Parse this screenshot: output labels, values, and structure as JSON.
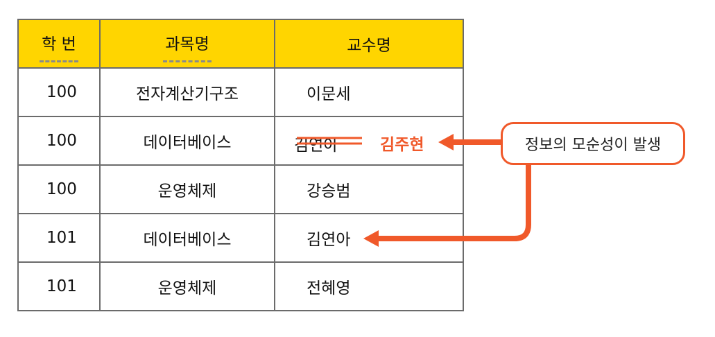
{
  "table": {
    "headers": [
      "학 번",
      "과목명",
      "교수명"
    ],
    "rows": [
      [
        "100",
        "전자계산기구조",
        "이문세"
      ],
      [
        "100",
        "데이터베이스",
        ""
      ],
      [
        "100",
        "운영체제",
        "강승범"
      ],
      [
        "101",
        "데이터베이스",
        "김연아"
      ],
      [
        "101",
        "운영체제",
        "전혜영"
      ]
    ]
  },
  "update": {
    "old_name": "김연아",
    "new_name": "김주현"
  },
  "callout": {
    "text": "정보의 모순성이 발생"
  },
  "colors": {
    "header_bg": "#ffd500",
    "accent": "#f0592a",
    "border": "#6b6b6b"
  }
}
